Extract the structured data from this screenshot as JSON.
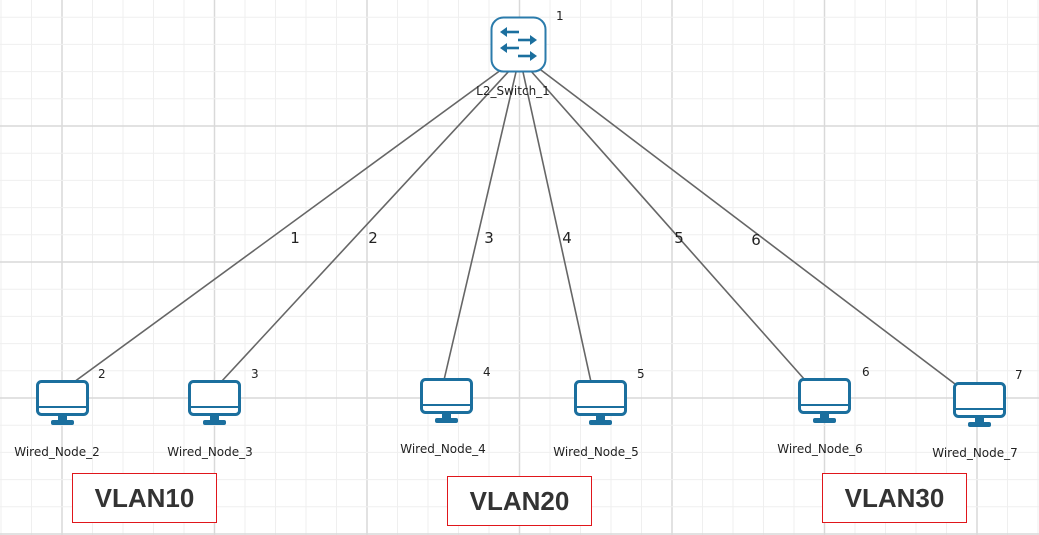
{
  "diagram": {
    "switch": {
      "name": "L2_Switch_1",
      "id": "1",
      "icon": "switch-icon"
    },
    "nodes": [
      {
        "name": "Wired_Node_2",
        "id": "2",
        "icon": "monitor-icon",
        "link": "1"
      },
      {
        "name": "Wired_Node_3",
        "id": "3",
        "icon": "monitor-icon",
        "link": "2"
      },
      {
        "name": "Wired_Node_4",
        "id": "4",
        "icon": "monitor-icon",
        "link": "3"
      },
      {
        "name": "Wired_Node_5",
        "id": "5",
        "icon": "monitor-icon",
        "link": "4"
      },
      {
        "name": "Wired_Node_6",
        "id": "6",
        "icon": "monitor-icon",
        "link": "5"
      },
      {
        "name": "Wired_Node_7",
        "id": "7",
        "icon": "monitor-icon",
        "link": "6"
      }
    ],
    "vlans": [
      {
        "label": "VLAN10",
        "members": [
          "Wired_Node_2",
          "Wired_Node_3"
        ]
      },
      {
        "label": "VLAN20",
        "members": [
          "Wired_Node_4",
          "Wired_Node_5"
        ]
      },
      {
        "label": "VLAN30",
        "members": [
          "Wired_Node_6",
          "Wired_Node_7"
        ]
      }
    ],
    "colors": {
      "icon": "#1b6f9e",
      "link": "#666666",
      "vlan_border": "#e0161b",
      "grid_major": "#d9d9d9",
      "grid_minor": "#efefef"
    }
  }
}
